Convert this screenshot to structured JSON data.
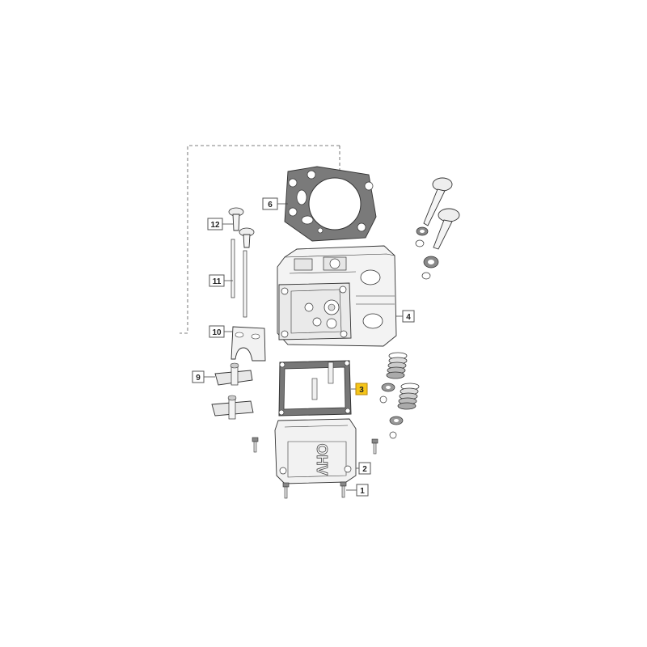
{
  "diagram": {
    "callouts": [
      {
        "id": "1",
        "label": "1",
        "part": "cover-bolt"
      },
      {
        "id": "2",
        "label": "2",
        "part": "valve-cover"
      },
      {
        "id": "3",
        "label": "3",
        "part": "valve-cover-gasket",
        "highlighted": true
      },
      {
        "id": "4",
        "label": "4",
        "part": "cylinder-head"
      },
      {
        "id": "6",
        "label": "6",
        "part": "head-gasket"
      },
      {
        "id": "9",
        "label": "9",
        "part": "rocker-arm"
      },
      {
        "id": "10",
        "label": "10",
        "part": "push-rod-guide-plate"
      },
      {
        "id": "11",
        "label": "11",
        "part": "push-rod"
      },
      {
        "id": "12",
        "label": "12",
        "part": "rocker-stud"
      }
    ],
    "cover_text": "OHV",
    "colors": {
      "highlight": "#f5c518",
      "line": "#333333",
      "part_fill": "#f2f2f2"
    }
  }
}
